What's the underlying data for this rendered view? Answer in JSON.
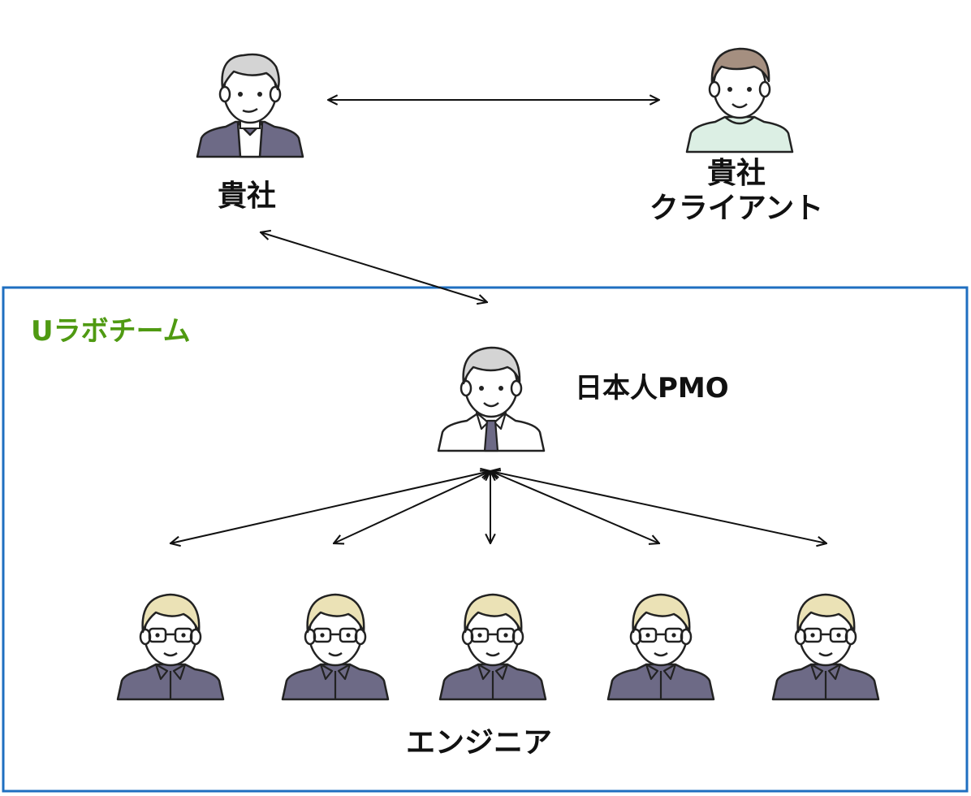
{
  "labels": {
    "company": "貴社",
    "client_line1": "貴社",
    "client_line2": "クライアント",
    "team": "Uラボチーム",
    "pmo": "日本人PMO",
    "engineers": "エンジニア"
  },
  "icons": {
    "company": "businessman-icon",
    "client": "client-person-icon",
    "pmo": "pmo-person-icon",
    "engineer": "engineer-glasses-icon"
  },
  "colors": {
    "team_frame": "#1f6fc0",
    "team_label": "#4f9a12",
    "suit": "#6d6a86",
    "skin": "#ffffff",
    "gray_hair": "#d4d4d4",
    "brown_hair": "#a58f80",
    "blond_hair": "#ebe2b6",
    "client_shirt": "#dcefe4"
  }
}
